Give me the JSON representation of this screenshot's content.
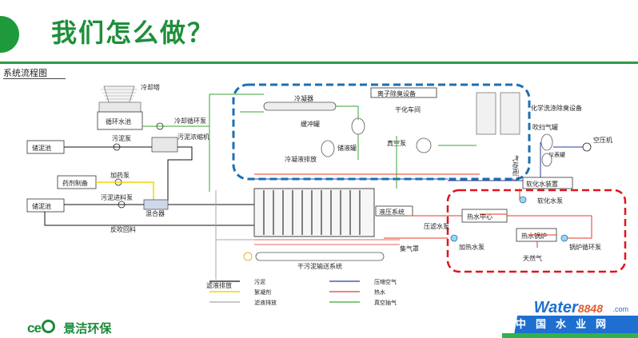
{
  "header": {
    "title": "我们怎么做？"
  },
  "diagram": {
    "subtitle": "系统流程图",
    "labels": {
      "cooling_tower": "冷却塔",
      "circ_pool": "循环水池",
      "cool_circ_pump": "冷却循环泵",
      "sludge_pump": "污泥泵",
      "sludge_thickener": "污泥浓缩机",
      "sludge_tank_1": "储泥池",
      "dosing_pump": "加药泵",
      "chem_prep": "药剂制备",
      "sludge_feed_pump": "污泥进料泵",
      "sludge_tank_2": "储泥池",
      "mixer": "混合器",
      "backblow": "反吹回料",
      "condenser": "冷凝器",
      "buffer_tank": "缓冲罐",
      "liquid_tank": "储液罐",
      "condensate_drain": "冷凝液排放",
      "ion_deodor": "离子除臭设备",
      "dry_workshop": "干化车间",
      "vacuum_pump": "真空泵",
      "chem_wash_deodor": "化学洗涤除臭设备",
      "blow_tank": "吹扫气罐",
      "air_compressor": "空压机",
      "instrument_tank": "仪表罐",
      "pneumatic_valve": "气动阀门",
      "softener": "软化水装置",
      "soft_pump": "软化水泵",
      "hot_center": "热水中心",
      "hot_boiler": "热水锅炉",
      "boiler_pump": "锅炉循环泵",
      "natural_gas": "天然气",
      "hydraulic": "液压系统",
      "filter_pump": "压滤水泵",
      "heat_pump": "加热水泵",
      "gas_collect": "集气罩",
      "filtrate_drain": "滤液排放",
      "conveyor": "干污泥输送系统"
    },
    "legend": [
      {
        "label": "污泥",
        "color": "#111111"
      },
      {
        "label": "絮凝剂",
        "color": "#f2d600"
      },
      {
        "label": "滤液排放",
        "color": "#a8a8a8"
      },
      {
        "label": "压缩空气",
        "color": "#2a3d9c"
      },
      {
        "label": "热水",
        "color": "#e53a2a"
      },
      {
        "label": "真空抽气",
        "color": "#3aa63a"
      }
    ],
    "highlight_colors": {
      "blue_box": "#1e6fb0",
      "red_box": "#e0141e"
    }
  },
  "footer": {
    "logo_text": "ce",
    "logo_cn": "景洁环保",
    "watermark_word": "Water",
    "watermark_num": "8848",
    "watermark_com": ".com",
    "watermark_cn": "中国水业网"
  }
}
